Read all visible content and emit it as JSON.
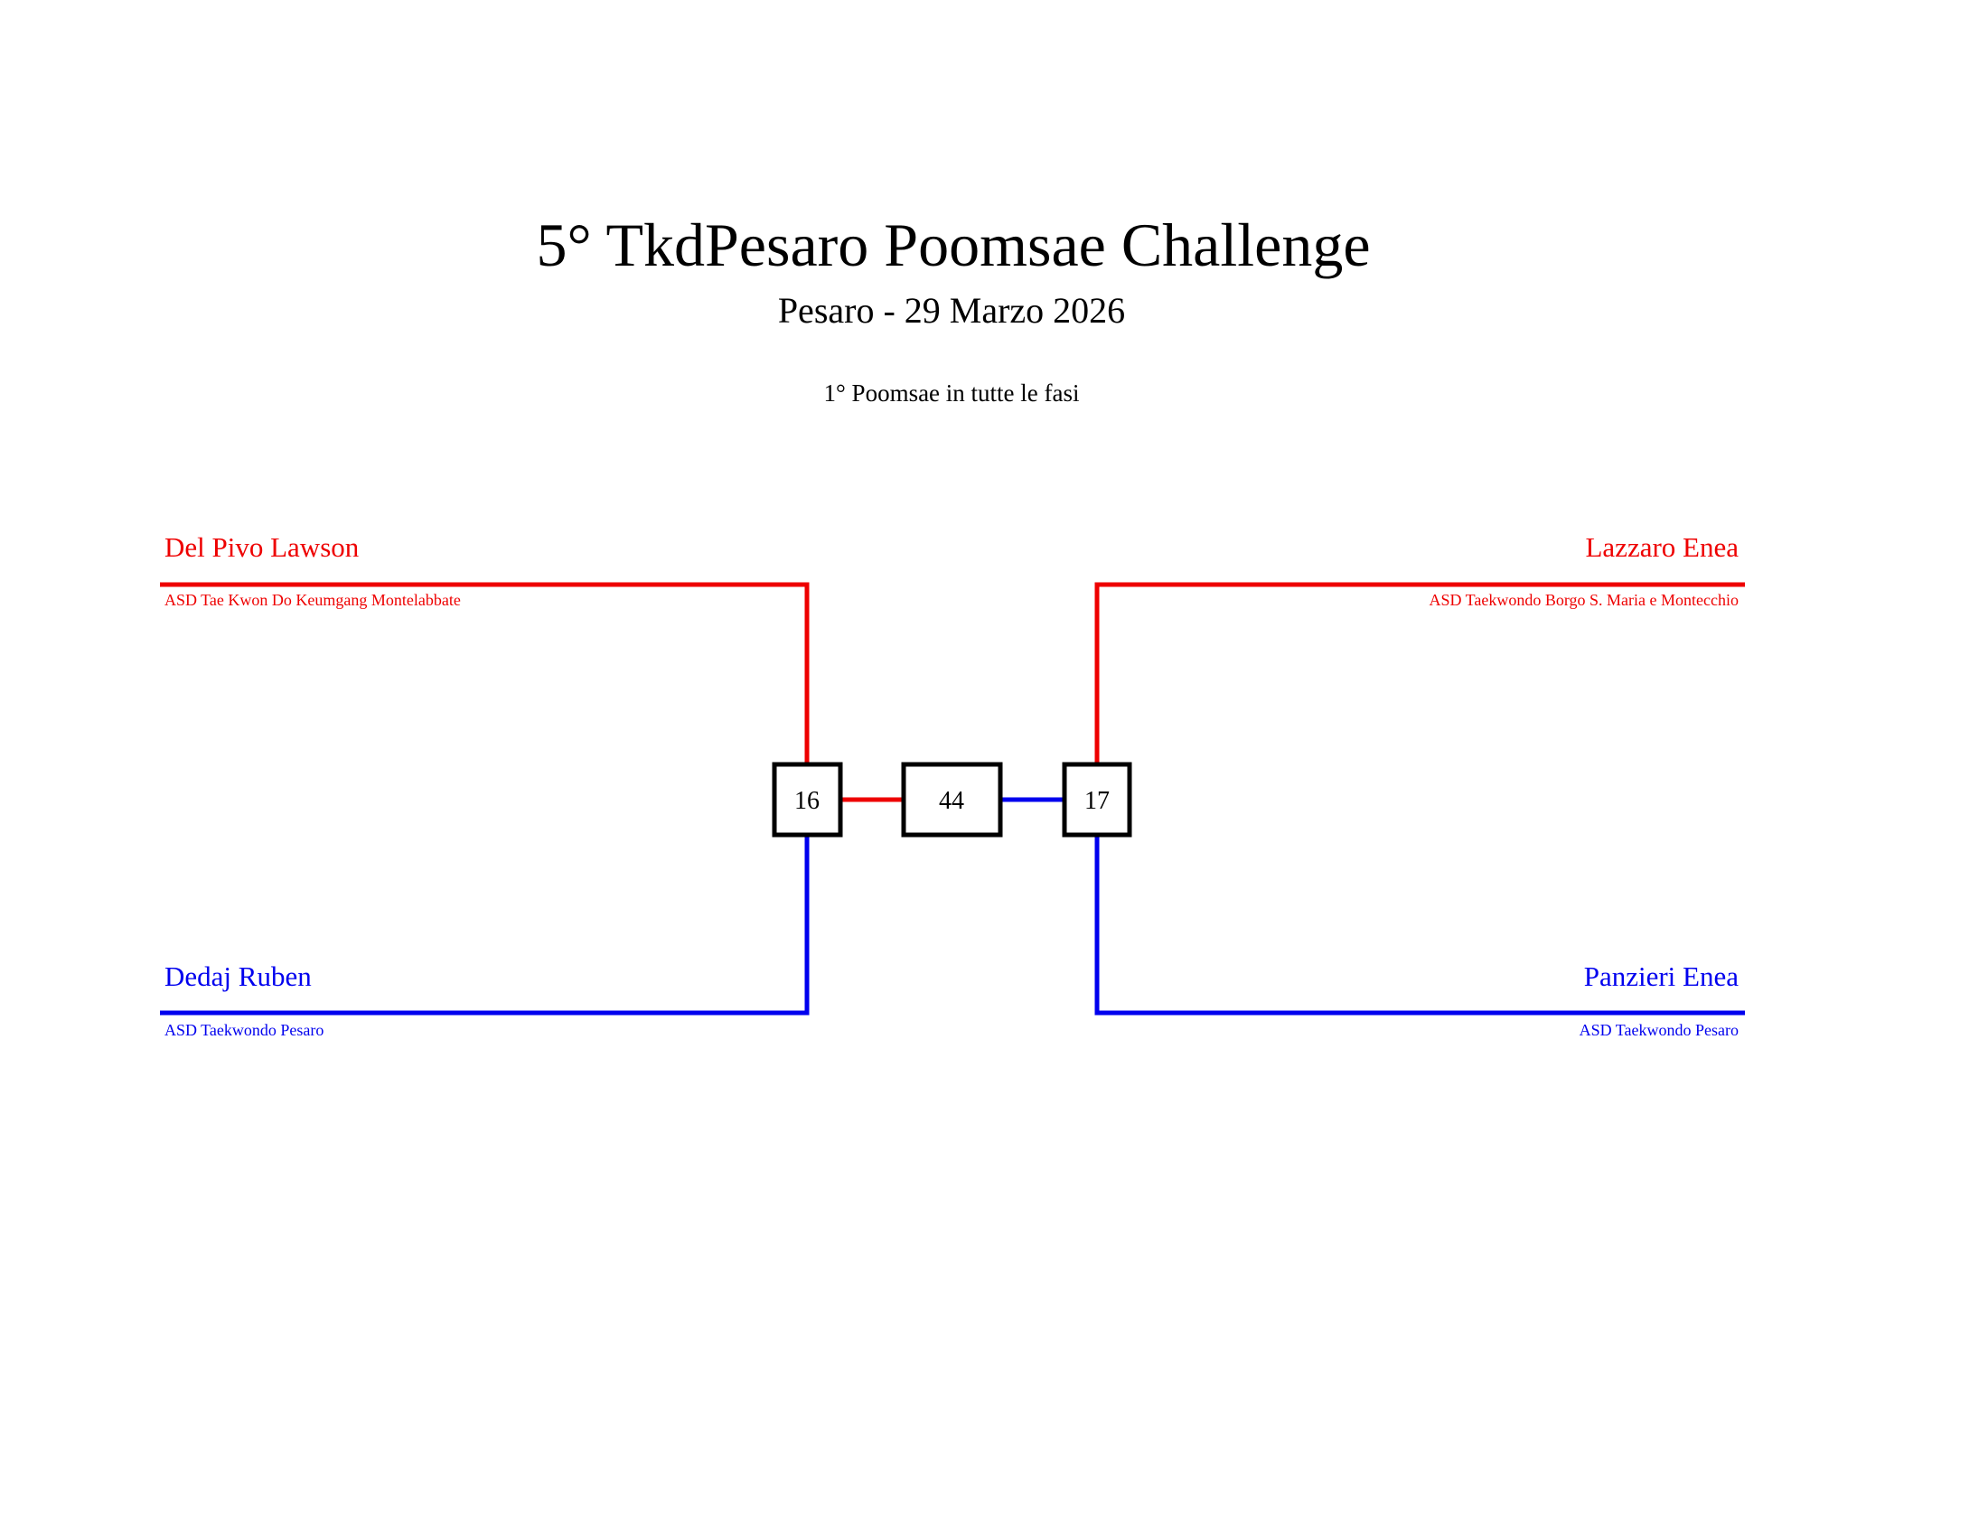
{
  "header": {
    "title": "5° TkdPesaro Poomsae Challenge",
    "subtitle": "Pesaro - 29 Marzo 2026",
    "note": "1° Poomsae in tutte le fasi"
  },
  "colors": {
    "red": "#ee0000",
    "blue": "#0000ee",
    "box": "#000000"
  },
  "bracket": {
    "left": {
      "match": "16",
      "red": {
        "name": "Del Pivo Lawson",
        "club": "ASD Tae Kwon Do Keumgang Montelabbate"
      },
      "blue": {
        "name": "Dedaj Ruben",
        "club": "ASD Taekwondo Pesaro"
      }
    },
    "final": {
      "match": "44"
    },
    "right": {
      "match": "17",
      "red": {
        "name": "Lazzaro Enea",
        "club": "ASD Taekwondo Borgo S. Maria e Montecchio"
      },
      "blue": {
        "name": "Panzieri Enea",
        "club": "ASD Taekwondo Pesaro"
      }
    }
  }
}
